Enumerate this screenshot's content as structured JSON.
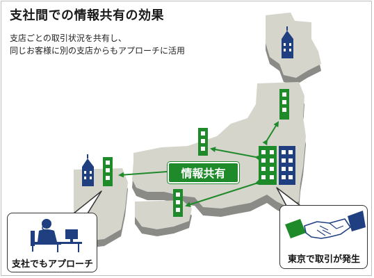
{
  "title": "支社間での情報共有の効果",
  "subtitle": {
    "line1": "支店ごとの取引状況を共有し、",
    "line2": "同じお客様に別の支店からもアプローチに活用"
  },
  "center_label": "情報共有",
  "callout_left": {
    "label": "支社でもアプローチ",
    "icon": "person-at-computer-icon"
  },
  "callout_right": {
    "label": "東京で取引が発生",
    "icon": "handshake-icon"
  },
  "colors": {
    "map_top": "#d6d5cc",
    "map_side": "#8a8a86",
    "green": "#1e8a2a",
    "navy": "#1f3f80",
    "window": "#ffffff",
    "arrow": "#1e8a2a"
  }
}
